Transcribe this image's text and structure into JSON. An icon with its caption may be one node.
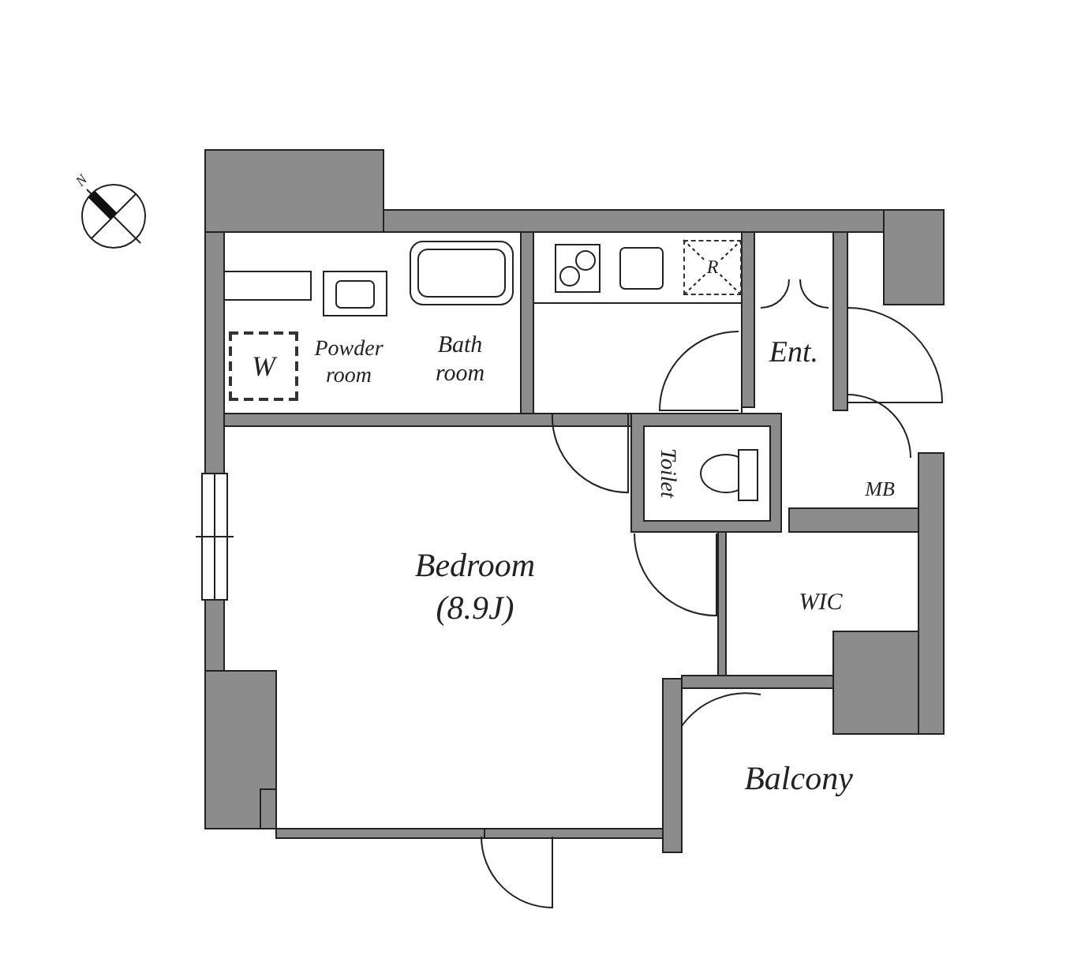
{
  "diagram": {
    "nodes": [
      {
        "text": [
          "Powder room"
        ]
      },
      {
        "text": [
          "W"
        ],
        "in": 0
      },
      {
        "text": [
          "Bath room"
        ]
      },
      {
        "text": [
          "R"
        ]
      },
      {
        "text": [
          "Ent."
        ]
      },
      {
        "text": [
          "Toilet"
        ]
      },
      {
        "text": [
          "MB"
        ]
      },
      {
        "text": [
          "Bedroom",
          "(8.9J)"
        ]
      },
      {
        "text": [
          "WIC"
        ]
      },
      {
        "text": [
          "Balcony"
        ]
      }
    ],
    "edges": [],
    "labels": [
      "N"
    ]
  }
}
